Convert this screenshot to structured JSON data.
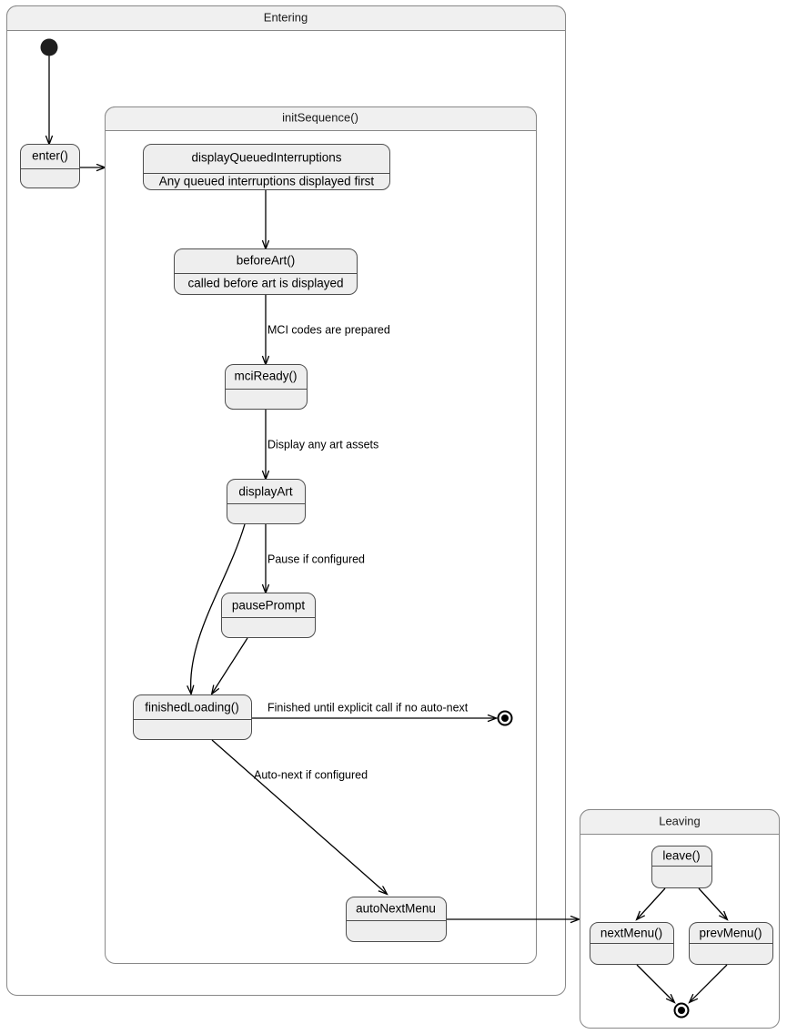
{
  "diagram": {
    "type": "uml-state-machine",
    "background": "#ffffff",
    "accent_fill": "#eeeeee",
    "header_fill": "#f0f0f0",
    "stroke": "#4d4d4d"
  },
  "composites": {
    "entering": {
      "title": "Entering"
    },
    "init_sequence": {
      "title": "initSequence()"
    },
    "leaving": {
      "title": "Leaving"
    }
  },
  "states": {
    "enter": {
      "title": "enter()",
      "desc": ""
    },
    "display_queued_interruptions": {
      "title": "displayQueuedInterruptions",
      "desc": "Any queued interruptions displayed first"
    },
    "before_art": {
      "title": "beforeArt()",
      "desc": "called before art is displayed"
    },
    "mci_ready": {
      "title": "mciReady()",
      "desc": ""
    },
    "display_art": {
      "title": "displayArt",
      "desc": ""
    },
    "pause_prompt": {
      "title": "pausePrompt",
      "desc": ""
    },
    "finished_loading": {
      "title": "finishedLoading()",
      "desc": ""
    },
    "auto_next_menu": {
      "title": "autoNextMenu",
      "desc": ""
    },
    "leave": {
      "title": "leave()",
      "desc": ""
    },
    "next_menu": {
      "title": "nextMenu()",
      "desc": ""
    },
    "prev_menu": {
      "title": "prevMenu()",
      "desc": ""
    }
  },
  "transition_labels": {
    "mci_codes": "MCI codes are prepared",
    "display_art_assets": "Display any art assets",
    "pause_if_configured": "Pause if configured",
    "finished_until_explicit": "Finished until explicit call if no auto-next",
    "auto_next_if_configured": "Auto-next if configured"
  },
  "pseudostates": {
    "initial": "initial-state",
    "final_entering": "final-state",
    "final_leaving": "final-state"
  }
}
